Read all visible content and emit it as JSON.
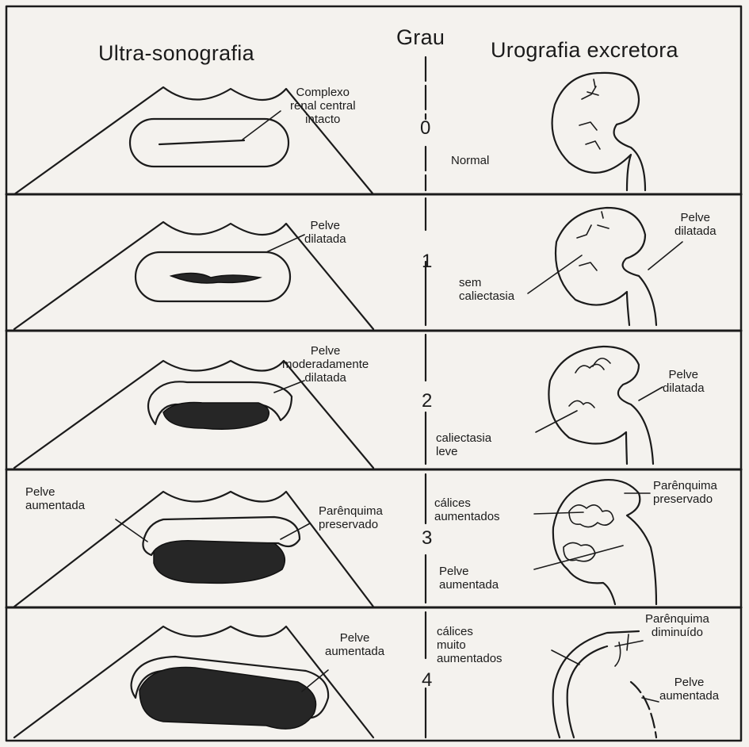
{
  "header": {
    "left": "Ultra-sonografia",
    "center": "Grau",
    "right": "Urografia excretora"
  },
  "grades": [
    {
      "grade": "0",
      "us_labels": [
        "Complexo",
        "renal central",
        "intacto"
      ],
      "center_label": [
        "Normal"
      ]
    },
    {
      "grade": "1",
      "us_labels": [
        "Pelve",
        "dilatada"
      ],
      "center_label": [
        "sem",
        "caliectasia"
      ],
      "uro_labels": [
        "Pelve",
        "dilatada"
      ]
    },
    {
      "grade": "2",
      "us_labels": [
        "Pelve",
        "moderadamente",
        "dilatada"
      ],
      "center_label": [
        "caliectasia",
        "leve"
      ],
      "uro_labels": [
        "Pelve",
        "dilatada"
      ]
    },
    {
      "grade": "3",
      "us_labels_left": [
        "Pelve",
        "aumentada"
      ],
      "us_labels_right": [
        "Parênquima",
        "preservado"
      ],
      "center_label_top": [
        "cálices",
        "aumentados"
      ],
      "center_label_bottom": [
        "Pelve",
        "aumentada"
      ],
      "uro_labels": [
        "Parênquima",
        "preservado"
      ]
    },
    {
      "grade": "4",
      "us_labels": [
        "Pelve",
        "aumentada"
      ],
      "center_label": [
        "cálices",
        "muito",
        "aumentados"
      ],
      "uro_labels_top": [
        "Parênquima",
        "diminuído"
      ],
      "uro_labels_bottom": [
        "Pelve",
        "aumentada"
      ]
    }
  ]
}
